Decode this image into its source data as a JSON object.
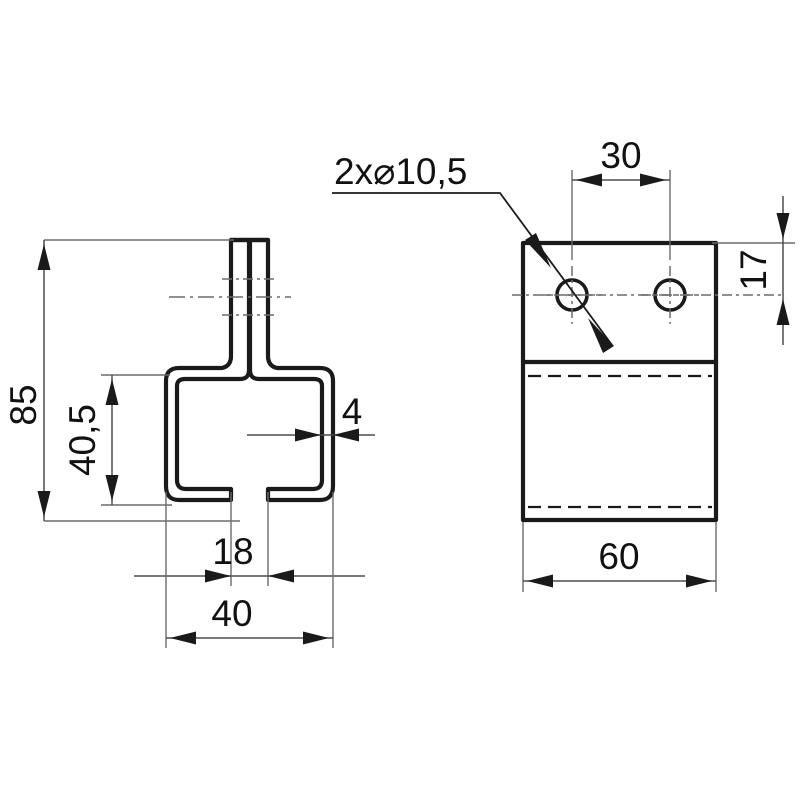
{
  "drawing": {
    "title": "Strut channel bracket technical drawing",
    "view_left_name": "section-profile-view",
    "view_right_name": "front-plate-view",
    "line_color": "#1a1a1a",
    "dim_color": "#4d4d4d",
    "background": "#ffffff"
  },
  "dimensions": {
    "overall_height": "85",
    "channel_height": "40,5",
    "wall_thickness": "4",
    "channel_slot_width": "18",
    "channel_width": "40",
    "hole_spacing": "30",
    "hole_edge_distance": "17",
    "plate_width": "60"
  },
  "annotations": {
    "hole_note": "2x⌀ 10,5",
    "hole_note_plain": "2x⌀10,5"
  },
  "icons": {
    "arrow": "dimension-arrow",
    "diameter_symbol": "⌀"
  }
}
